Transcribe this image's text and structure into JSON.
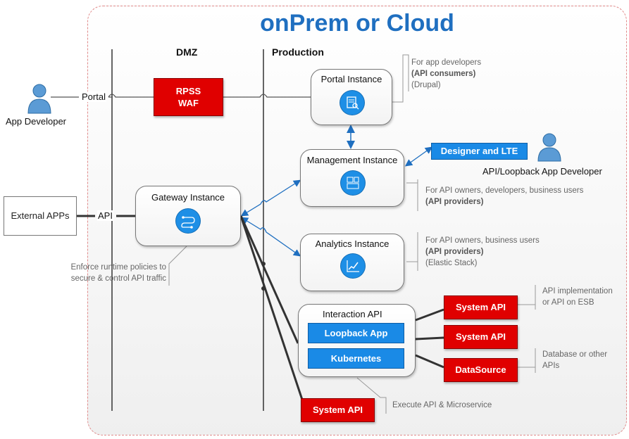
{
  "title": "onPrem or Cloud",
  "zones": {
    "dmz": "DMZ",
    "production": "Production"
  },
  "people": {
    "app_developer": "App Developer",
    "api_developer": "API/Loopback App Developer"
  },
  "edge_labels": {
    "portal": "Portal",
    "api": "API"
  },
  "external": {
    "label": "External APPs"
  },
  "waf": {
    "line1": "RPSS",
    "line2": "WAF"
  },
  "nodes": {
    "portal": "Portal Instance",
    "management": "Management Instance",
    "gateway": "Gateway Instance",
    "analytics": "Analytics Instance",
    "interaction": "Interaction API"
  },
  "blue_boxes": {
    "designer": "Designer and LTE",
    "loopback": "Loopback App",
    "kubernetes": "Kubernetes"
  },
  "red_boxes": {
    "system_api_1": "System API",
    "system_api_2": "System API",
    "datasource": "DataSource",
    "system_api_bottom": "System API"
  },
  "notes": {
    "portal": {
      "line1": "For app developers",
      "line2": "(API consumers)",
      "line3": "(Drupal)"
    },
    "management": {
      "line1": "For API owners, developers, business users",
      "line2": "(API providers)"
    },
    "analytics": {
      "line1": "For API owners, business users",
      "line2": "(API providers)",
      "line3": "(Elastic Stack)"
    },
    "gateway": {
      "line1": "Enforce runtime policies to",
      "line2": "secure &  control API traffic"
    },
    "system_api": {
      "line1": "API implementation",
      "line2": "or API on ESB"
    },
    "datasource": {
      "line1": "Database or other",
      "line2": "APIs"
    },
    "interaction": {
      "line1": "Execute API &  Microservice"
    }
  },
  "colors": {
    "title": "#1f6fc0",
    "red": "#e00000",
    "blue": "#1a8ae6",
    "connector": "#1f6fc0"
  }
}
